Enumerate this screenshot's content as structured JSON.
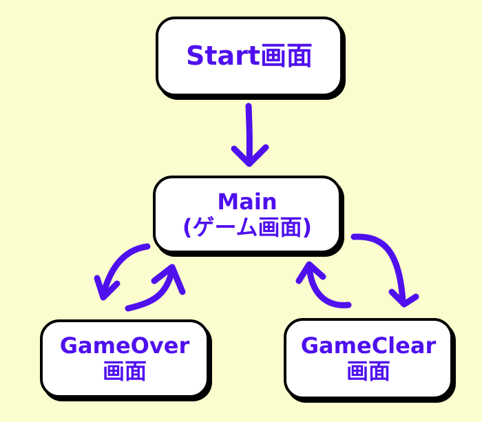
{
  "diagram": {
    "colors": {
      "background": "#fbfdce",
      "node_fill": "#ffffff",
      "node_border": "#000000",
      "text": "#4f10ee",
      "arrow": "#4f10ee"
    },
    "nodes": {
      "start": {
        "label": "Start画面"
      },
      "main": {
        "line1": "Main",
        "line2": "(ゲーム画面)"
      },
      "gameover": {
        "line1": "GameOver",
        "line2": "画面"
      },
      "gameclear": {
        "line1": "GameClear",
        "line2": "画面"
      }
    },
    "edges": [
      {
        "from": "start",
        "to": "main"
      },
      {
        "from": "main",
        "to": "gameover"
      },
      {
        "from": "gameover",
        "to": "main"
      },
      {
        "from": "main",
        "to": "gameclear"
      },
      {
        "from": "gameclear",
        "to": "main"
      }
    ]
  }
}
